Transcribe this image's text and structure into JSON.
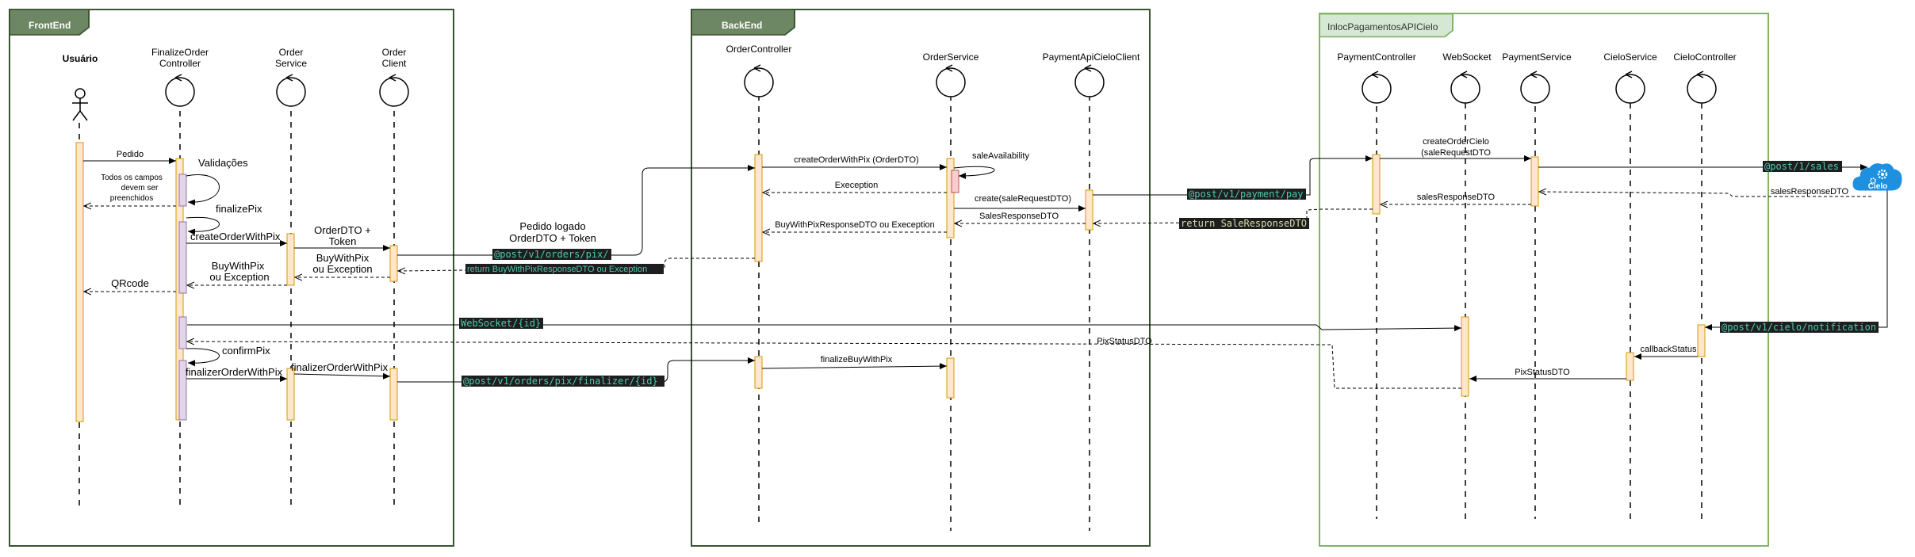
{
  "packages": {
    "frontend": "FrontEnd",
    "backend": "BackEnd",
    "cielo": "InlocPagamentosAPICielo"
  },
  "participants": {
    "usuario": "Usuário",
    "finalize_controller_l1": "FinalizeOrder",
    "finalize_controller_l2": "Controller",
    "order_service_l1": "Order",
    "order_service_l2": "Service",
    "order_client_l1": "Order",
    "order_client_l2": "Client",
    "order_controller": "OrderController",
    "order_service_be": "OrderService",
    "payment_api_client": "PaymentApiCieloClient",
    "payment_controller": "PaymentController",
    "websocket": "WebSocket",
    "payment_service": "PaymentService",
    "cielo_service": "CieloService",
    "cielo_controller": "CieloController"
  },
  "messages": {
    "pedido": "Pedido",
    "validacoes": "Validações",
    "todos_campos_1": "Todos os campos",
    "todos_campos_2": "devem ser",
    "todos_campos_3": "preenchidos",
    "finalize_pix": "finalizePix",
    "create_order_with_pix": "createOrderWithPix",
    "orderdto_token_1": "OrderDTO +",
    "orderdto_token_2": "Token",
    "buy_with_pix_1": "BuyWithPix",
    "buy_with_pix_2": "ou Exception",
    "buy_with_pix_client_1": "BuyWithPix",
    "buy_with_pix_client_2": "ou Exception",
    "qrcode": "QRcode",
    "pedido_logado_1": "Pedido logado",
    "pedido_logado_2": "OrderDTO + Token",
    "post_orders_pix": "@post/v1/orders/pix/",
    "return_buy_with_pix": "return BuyWithPixResponseDTO ou Exception",
    "create_order_with_pix_dto": "createOrderWithPix (OrderDTO)",
    "sale_availability": "saleAvailability",
    "exeception": "Exeception",
    "create_sale_request": "create(saleRequestDTO)",
    "sales_response_dto": "SalesResponseDTO",
    "buy_with_pix_response": "BuyWithPixResponseDTO ou Exeception",
    "post_payment_pay": "@post/v1/payment/pay",
    "return_sale_response": "return SaleResponseDTO",
    "create_order_cielo_1": "createOrderCielo",
    "create_order_cielo_2": "(saleRequestDTO",
    "sales_response_dto_lc": "salesResponseDTO",
    "post_sales": "@post/1/sales",
    "sales_response_dto_cielo": "salesResponseDTO",
    "websocket_id": "WebSocket/{id}",
    "pix_status_dto": "PixStatusDTO",
    "confirm_pix": "confirmPix",
    "finalizer_order_with_pix": "finalizerOrderWithPix",
    "finalizer_order_with_pix_2": "finalizerOrderWithPix",
    "post_orders_pix_finalizer": "@post/v1/orders/pix/finalizer/{id}",
    "finalize_buy_with_pix": "finalizeBuyWithPix",
    "post_cielo_notification": "@post/v1/cielo/notification",
    "callback_status": "callbackStatus",
    "pix_status_dto_2": "PixStatusDTO"
  },
  "icons": {
    "cielo_cloud": "cloud-gear-icon",
    "cielo_label": "Cielo"
  },
  "colors": {
    "package_header_dark": "#6d8764",
    "package_border_dark": "#3a5431",
    "package_header_light": "#d5e8d4",
    "package_border_light": "#82b366",
    "activation_fill": "#ffe6cc",
    "activation_stroke": "#d79b00",
    "activation_purple": "#e1d5e7",
    "activation_red": "#f8cecc",
    "cielo_blue": "#1f8fe0"
  }
}
